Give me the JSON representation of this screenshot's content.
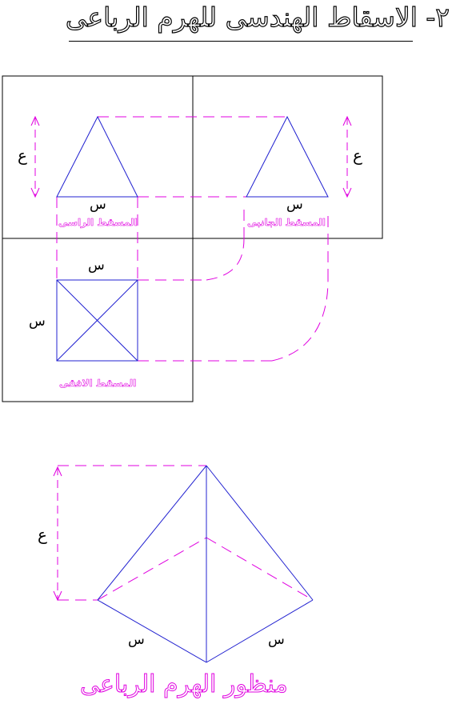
{
  "title": "٢- الاسقاط الهندسى للهرم الرباعى",
  "labels": {
    "height": "ع",
    "side": "س"
  },
  "views": {
    "front": "المسقط الراسى",
    "side": "المسقط الجانبى",
    "top": "المسقط الافقى"
  },
  "caption": "منظور الهرم الرباعى",
  "colors": {
    "object": "#2020d0",
    "construction": "#e000e0",
    "frame": "#000000"
  }
}
